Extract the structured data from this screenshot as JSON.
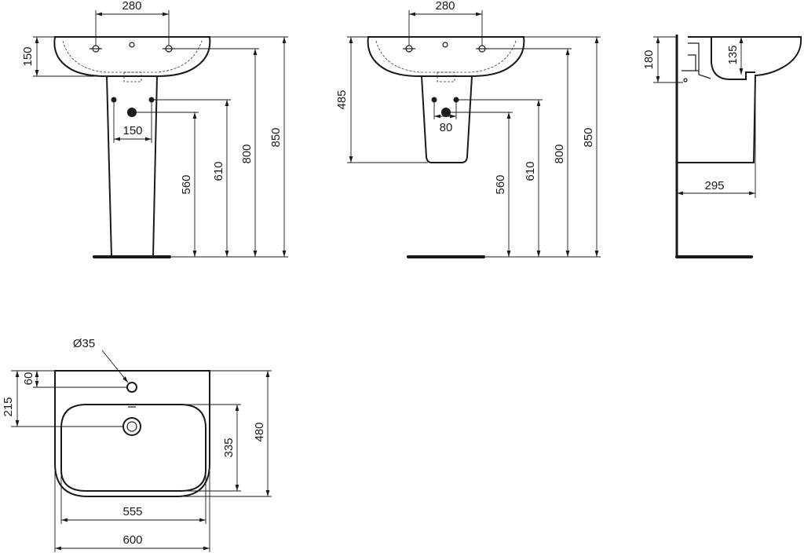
{
  "front_pedestal_view": {
    "tap_spacing": "280",
    "basin_depth": "150",
    "inlet_spacing": "150",
    "waste_height": "560",
    "inlet_height": "610",
    "tap_height": "800",
    "overall_height": "850"
  },
  "front_semipedestal_view": {
    "tap_spacing": "280",
    "semipedestal_bottom": "485",
    "inlet_spacing": "80",
    "waste_height": "560",
    "inlet_height": "610",
    "tap_height": "800",
    "overall_height": "850"
  },
  "side_view": {
    "basin_height": "180",
    "bowl_depth": "135",
    "projection": "295"
  },
  "top_view": {
    "tap_hole_diameter": "Ø35",
    "tap_hole_offset": "60",
    "waste_offset": "215",
    "bowl_depth": "335",
    "overall_depth": "480",
    "bowl_width": "555",
    "overall_width": "600"
  }
}
